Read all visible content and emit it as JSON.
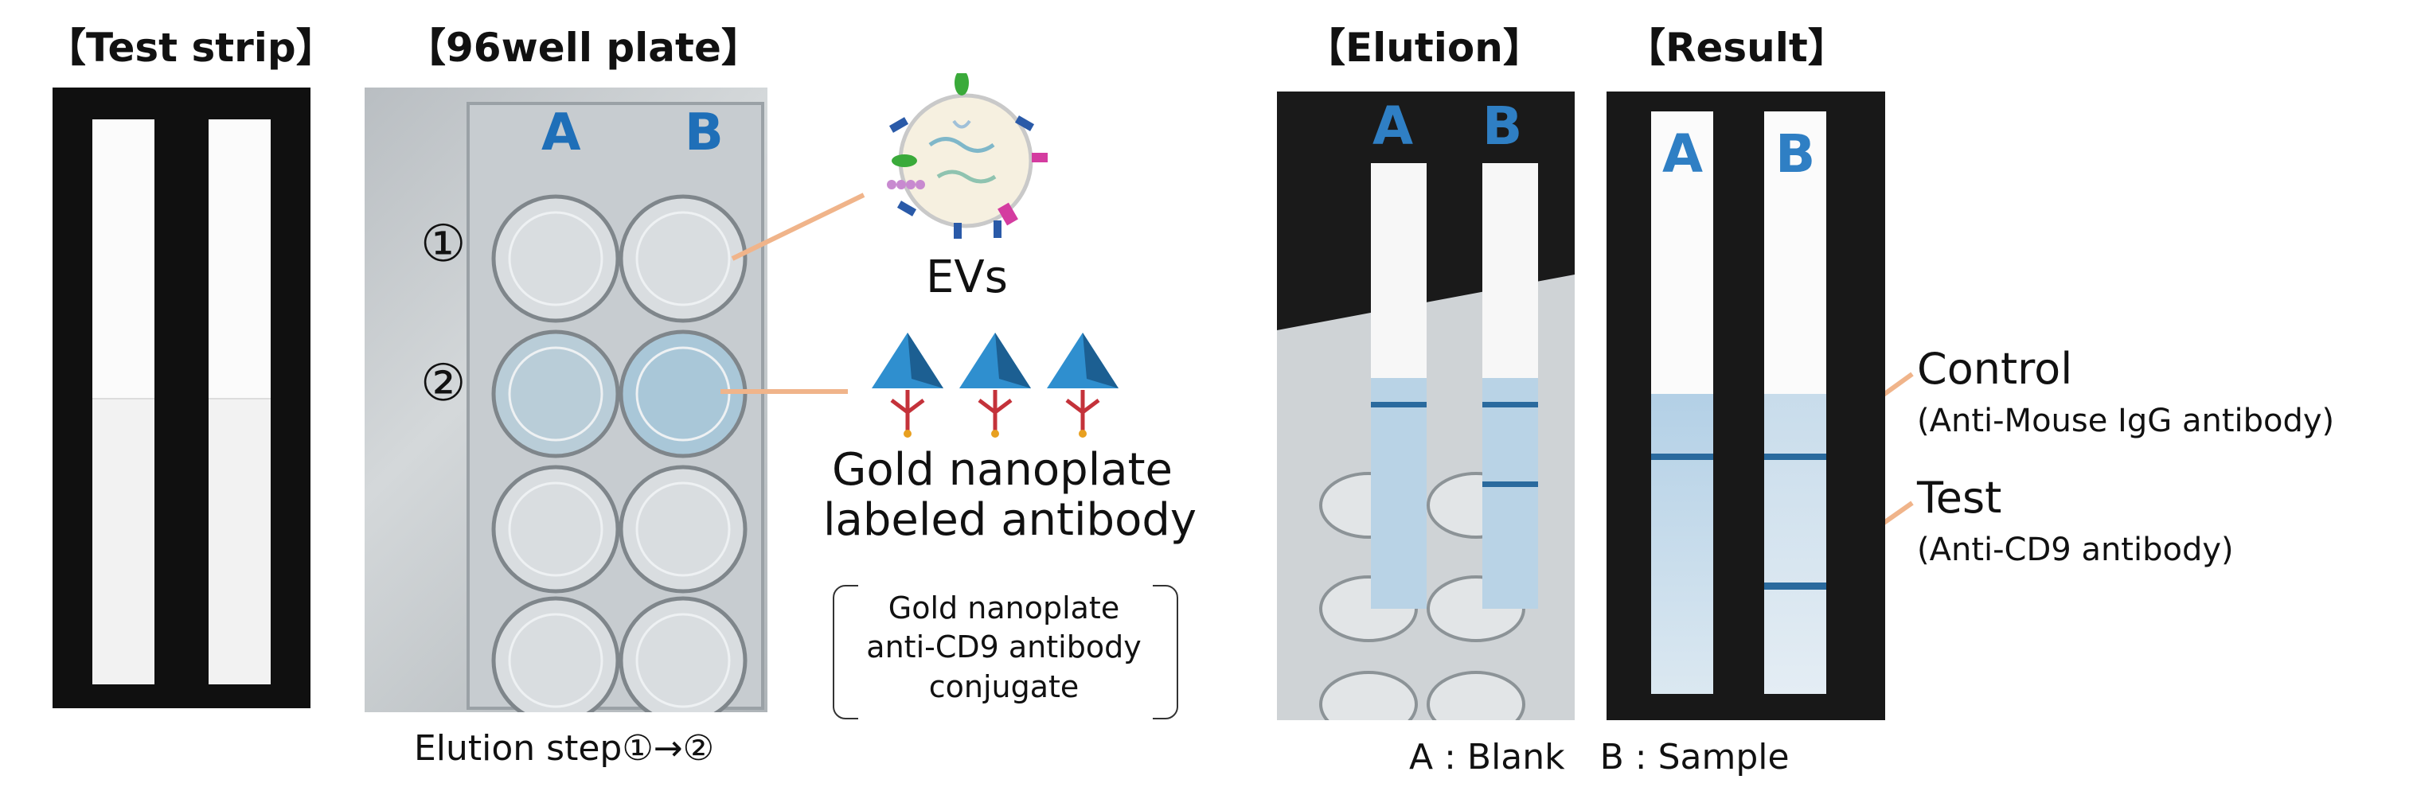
{
  "titles": {
    "test_strip": "【Test strip】",
    "plate": "【96well plate】",
    "elution": "【Elution】",
    "result": "【Result】"
  },
  "plate": {
    "col_a": "A",
    "col_b": "B",
    "row_1": "①",
    "row_2": "②",
    "caption": "Elution step①→②"
  },
  "evs": {
    "label": "EVs"
  },
  "gold": {
    "label_line1": "Gold nanoplate",
    "label_line2": "labeled antibody",
    "note_line1": "Gold nanoplate",
    "note_line2": "anti-CD9 antibody",
    "note_line3": "conjugate"
  },
  "elution": {
    "strip_a": "A",
    "strip_b": "B",
    "caption": "A : Blank　B : Sample"
  },
  "result": {
    "strip_a": "A",
    "strip_b": "B",
    "control_label": "Control",
    "control_sub": "(Anti-Mouse IgG antibody)",
    "test_label": "Test",
    "test_sub": "(Anti-CD9 antibody)"
  },
  "colors": {
    "label_blue": "#1f6fb8",
    "connector_orange": "#f0b48a",
    "band_blue": "#2a6a9e",
    "pyramid_blue": "#2f8fcf"
  }
}
